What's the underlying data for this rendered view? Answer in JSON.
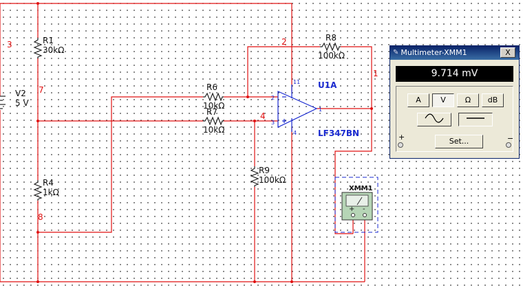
{
  "schematic": {
    "nodes": [
      "3",
      "2",
      "1",
      "7",
      "4",
      "8"
    ],
    "components": {
      "r1": {
        "ref": "R1",
        "value": "30kΩ"
      },
      "r4": {
        "ref": "R4",
        "value": "1kΩ"
      },
      "r6": {
        "ref": "R6",
        "value": "10kΩ"
      },
      "r7": {
        "ref": "R7",
        "value": "10kΩ"
      },
      "r8": {
        "ref": "R8",
        "value": "100kΩ"
      },
      "r9": {
        "ref": "R9",
        "value": "100kΩ"
      },
      "v2": {
        "ref": "V2",
        "value": "5 V"
      },
      "u1": {
        "ref": "U1A",
        "part": "LF347BN",
        "pins": {
          "vplus": "11",
          "vminus": "4",
          "inv": "2",
          "noninv": "3",
          "out": "1"
        }
      },
      "xmm": {
        "ref": "XMM1",
        "plus": "+",
        "minus": "-"
      }
    }
  },
  "multimeter": {
    "title": "Multimeter-XMM1",
    "close": "X",
    "reading": "9.714 mV",
    "modes": [
      "A",
      "V",
      "Ω",
      "dB"
    ],
    "selected_mode": "V",
    "waveforms": [
      "ac-sine-icon",
      "dc-line-icon"
    ],
    "selected_waveform": "dc-line-icon",
    "set_label": "Set...",
    "plus": "+",
    "minus": "−"
  }
}
